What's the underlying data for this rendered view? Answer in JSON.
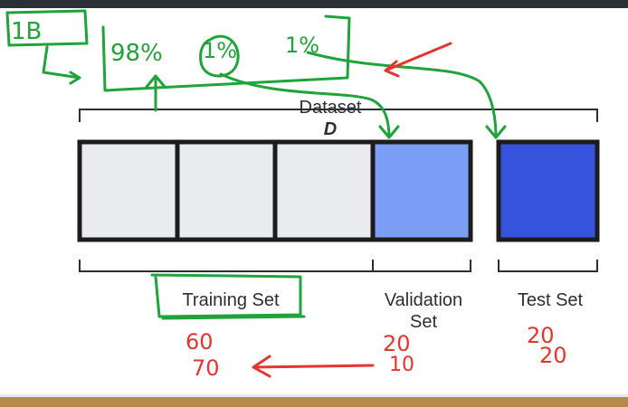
{
  "title": {
    "text": "Dataset",
    "variable": "D"
  },
  "segments": {
    "training_label": "Training Set",
    "validation_label": "Validation\nSet",
    "test_label": "Test Set"
  },
  "annotations": {
    "green": {
      "total": "1B",
      "train_pct": "98%",
      "val_pct": "1%",
      "test_pct": "1%"
    },
    "red": {
      "train_a": "60",
      "train_b": "70",
      "val_a": "20",
      "val_b": "10",
      "test_a": "20",
      "test_b": "20"
    }
  },
  "colors": {
    "training": "#e9ebef",
    "validation": "#7b9ef7",
    "test": "#3553dd",
    "border": "#1c1c1c",
    "annotation_green": "#1fa33a",
    "annotation_red": "#e8342f"
  }
}
